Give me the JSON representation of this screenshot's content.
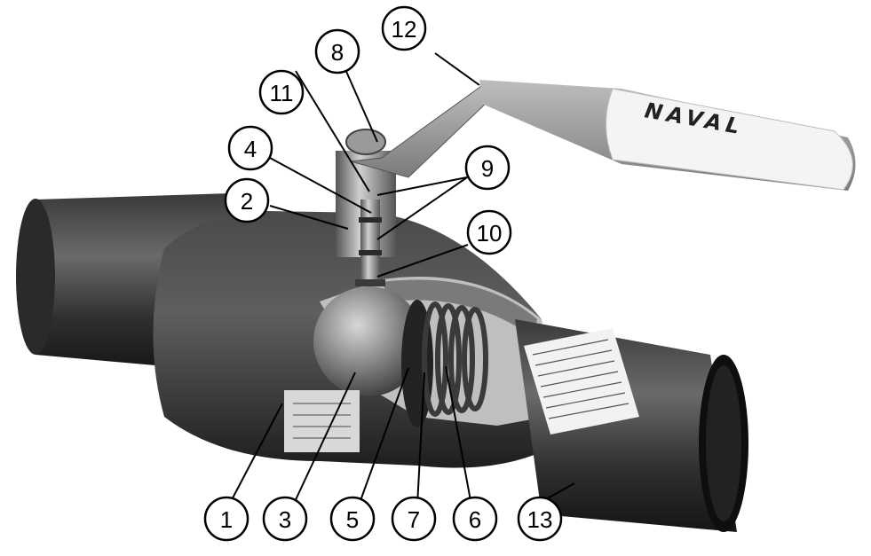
{
  "handle_text": "NAVAL",
  "callouts": [
    "1",
    "2",
    "3",
    "4",
    "5",
    "6",
    "7",
    "8",
    "9",
    "10",
    "11",
    "12",
    "13"
  ]
}
